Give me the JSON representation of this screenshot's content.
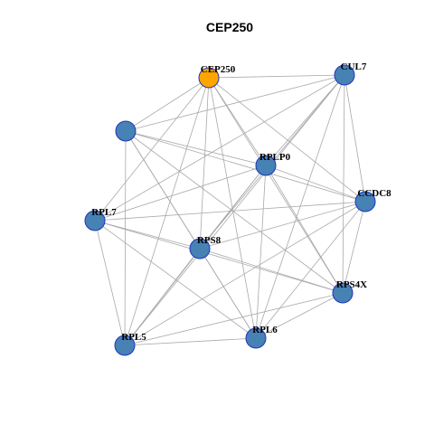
{
  "title": "CEP250",
  "colors": {
    "background": "#ffffff",
    "edge": "#a9a9a9",
    "node_default": "#4682b4",
    "node_border": "#2233bb",
    "node_highlight": "#ffa500"
  },
  "nodes": [
    {
      "id": "CEP250",
      "label": "CEP250",
      "highlight": true
    },
    {
      "id": "CUL7",
      "label": "CUL7",
      "highlight": false
    },
    {
      "id": "UNLABELED",
      "label": "",
      "highlight": false
    },
    {
      "id": "RPLP0",
      "label": "RPLP0",
      "highlight": false
    },
    {
      "id": "CCDC8",
      "label": "CCDC8",
      "highlight": false
    },
    {
      "id": "RPL7",
      "label": "RPL7",
      "highlight": false
    },
    {
      "id": "RPS8",
      "label": "RPS8",
      "highlight": false
    },
    {
      "id": "RPS4X",
      "label": "RPS4X",
      "highlight": false
    },
    {
      "id": "RPL5",
      "label": "RPL5",
      "highlight": false
    },
    {
      "id": "RPL6",
      "label": "RPL6",
      "highlight": false
    }
  ],
  "edges": [
    [
      "CEP250",
      "CUL7"
    ],
    [
      "CEP250",
      "UNLABELED"
    ],
    [
      "CEP250",
      "RPLP0"
    ],
    [
      "CEP250",
      "CCDC8"
    ],
    [
      "CEP250",
      "RPL7"
    ],
    [
      "CEP250",
      "RPS8"
    ],
    [
      "CEP250",
      "RPS4X"
    ],
    [
      "CEP250",
      "RPL5"
    ],
    [
      "CEP250",
      "RPL6"
    ],
    [
      "CUL7",
      "UNLABELED"
    ],
    [
      "CUL7",
      "RPLP0"
    ],
    [
      "CUL7",
      "CCDC8"
    ],
    [
      "CUL7",
      "RPL7"
    ],
    [
      "CUL7",
      "RPS8"
    ],
    [
      "CUL7",
      "RPS4X"
    ],
    [
      "CUL7",
      "RPL5"
    ],
    [
      "CUL7",
      "RPL6"
    ],
    [
      "UNLABELED",
      "RPLP0"
    ],
    [
      "UNLABELED",
      "CCDC8"
    ],
    [
      "UNLABELED",
      "RPS8"
    ],
    [
      "UNLABELED",
      "RPS4X"
    ],
    [
      "UNLABELED",
      "RPL5"
    ],
    [
      "UNLABELED",
      "RPL6"
    ],
    [
      "RPLP0",
      "CCDC8"
    ],
    [
      "RPLP0",
      "RPL7"
    ],
    [
      "RPLP0",
      "RPS8"
    ],
    [
      "RPLP0",
      "RPS4X"
    ],
    [
      "RPLP0",
      "RPL5"
    ],
    [
      "RPLP0",
      "RPL6"
    ],
    [
      "CCDC8",
      "RPL7"
    ],
    [
      "CCDC8",
      "RPS8"
    ],
    [
      "CCDC8",
      "RPS4X"
    ],
    [
      "CCDC8",
      "RPL5"
    ],
    [
      "CCDC8",
      "RPL6"
    ],
    [
      "RPL7",
      "RPS8"
    ],
    [
      "RPL7",
      "RPS4X"
    ],
    [
      "RPL7",
      "RPL5"
    ],
    [
      "RPL7",
      "RPL6"
    ],
    [
      "RPS8",
      "RPS4X"
    ],
    [
      "RPS8",
      "RPL5"
    ],
    [
      "RPS8",
      "RPL6"
    ],
    [
      "RPS4X",
      "RPL5"
    ],
    [
      "RPS4X",
      "RPL6"
    ],
    [
      "RPL5",
      "RPL6"
    ]
  ]
}
